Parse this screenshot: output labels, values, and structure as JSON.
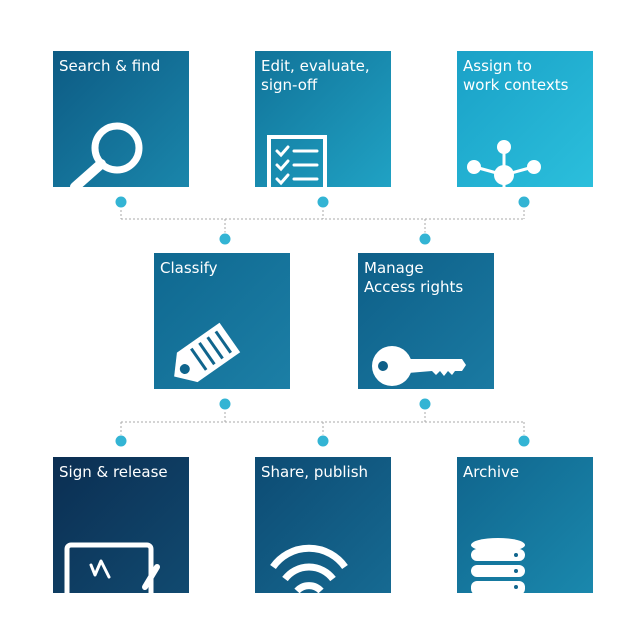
{
  "colors": {
    "node": "#33b4d4",
    "line": "#a8a8a8"
  },
  "tiles": [
    {
      "label": "Search & find",
      "icon": "magnifier-icon"
    },
    {
      "label": "Edit, evaluate,\nsign-off",
      "icon": "checklist-icon"
    },
    {
      "label": "Assign to\nwork contexts",
      "icon": "network-hub-icon"
    },
    {
      "label": "Classify",
      "icon": "tag-icon"
    },
    {
      "label": "Manage\nAccess rights",
      "icon": "key-icon"
    },
    {
      "label": "Sign & release",
      "icon": "signature-tablet-icon"
    },
    {
      "label": "Share, publish",
      "icon": "wifi-icon"
    },
    {
      "label": "Archive",
      "icon": "database-icon"
    }
  ]
}
